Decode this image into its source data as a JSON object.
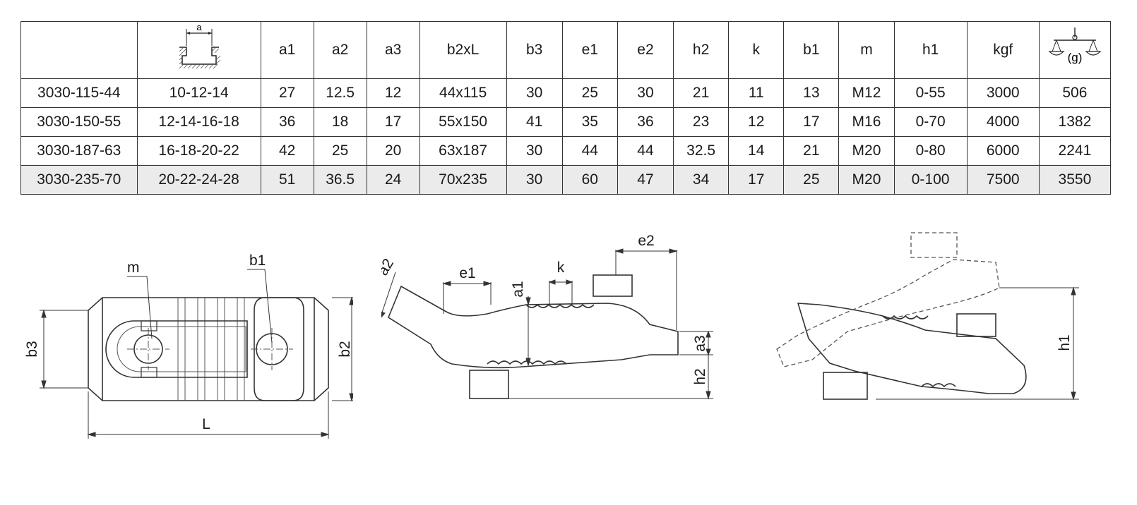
{
  "table": {
    "headers": [
      "",
      "a",
      "a1",
      "a2",
      "a3",
      "b2xL",
      "b3",
      "e1",
      "e2",
      "h2",
      "k",
      "b1",
      "m",
      "h1",
      "kgf",
      "(g)"
    ],
    "rows": [
      [
        "3030-115-44",
        "10-12-14",
        "27",
        "12.5",
        "12",
        "44x115",
        "30",
        "25",
        "30",
        "21",
        "11",
        "13",
        "M12",
        "0-55",
        "3000",
        "506"
      ],
      [
        "3030-150-55",
        "12-14-16-18",
        "36",
        "18",
        "17",
        "55x150",
        "41",
        "35",
        "36",
        "23",
        "12",
        "17",
        "M16",
        "0-70",
        "4000",
        "1382"
      ],
      [
        "3030-187-63",
        "16-18-20-22",
        "42",
        "25",
        "20",
        "63x187",
        "30",
        "44",
        "44",
        "32.5",
        "14",
        "21",
        "M20",
        "0-80",
        "6000",
        "2241"
      ],
      [
        "3030-235-70",
        "20-22-24-28",
        "51",
        "36.5",
        "24",
        "70x235",
        "30",
        "60",
        "47",
        "34",
        "17",
        "25",
        "M20",
        "0-100",
        "7500",
        "3550"
      ]
    ]
  },
  "drawings": {
    "top_view": {
      "m": "m",
      "b1": "b1",
      "b3": "b3",
      "b2": "b2",
      "L": "L"
    },
    "side_view": {
      "a2": "a2",
      "e1": "e1",
      "a1": "a1",
      "k": "k",
      "e2": "e2",
      "a3": "a3",
      "h2": "h2"
    },
    "range_view": {
      "h1": "h1"
    }
  },
  "icons": {
    "slot": "t-slot-profile-icon",
    "weight": "balance-scale-icon"
  }
}
